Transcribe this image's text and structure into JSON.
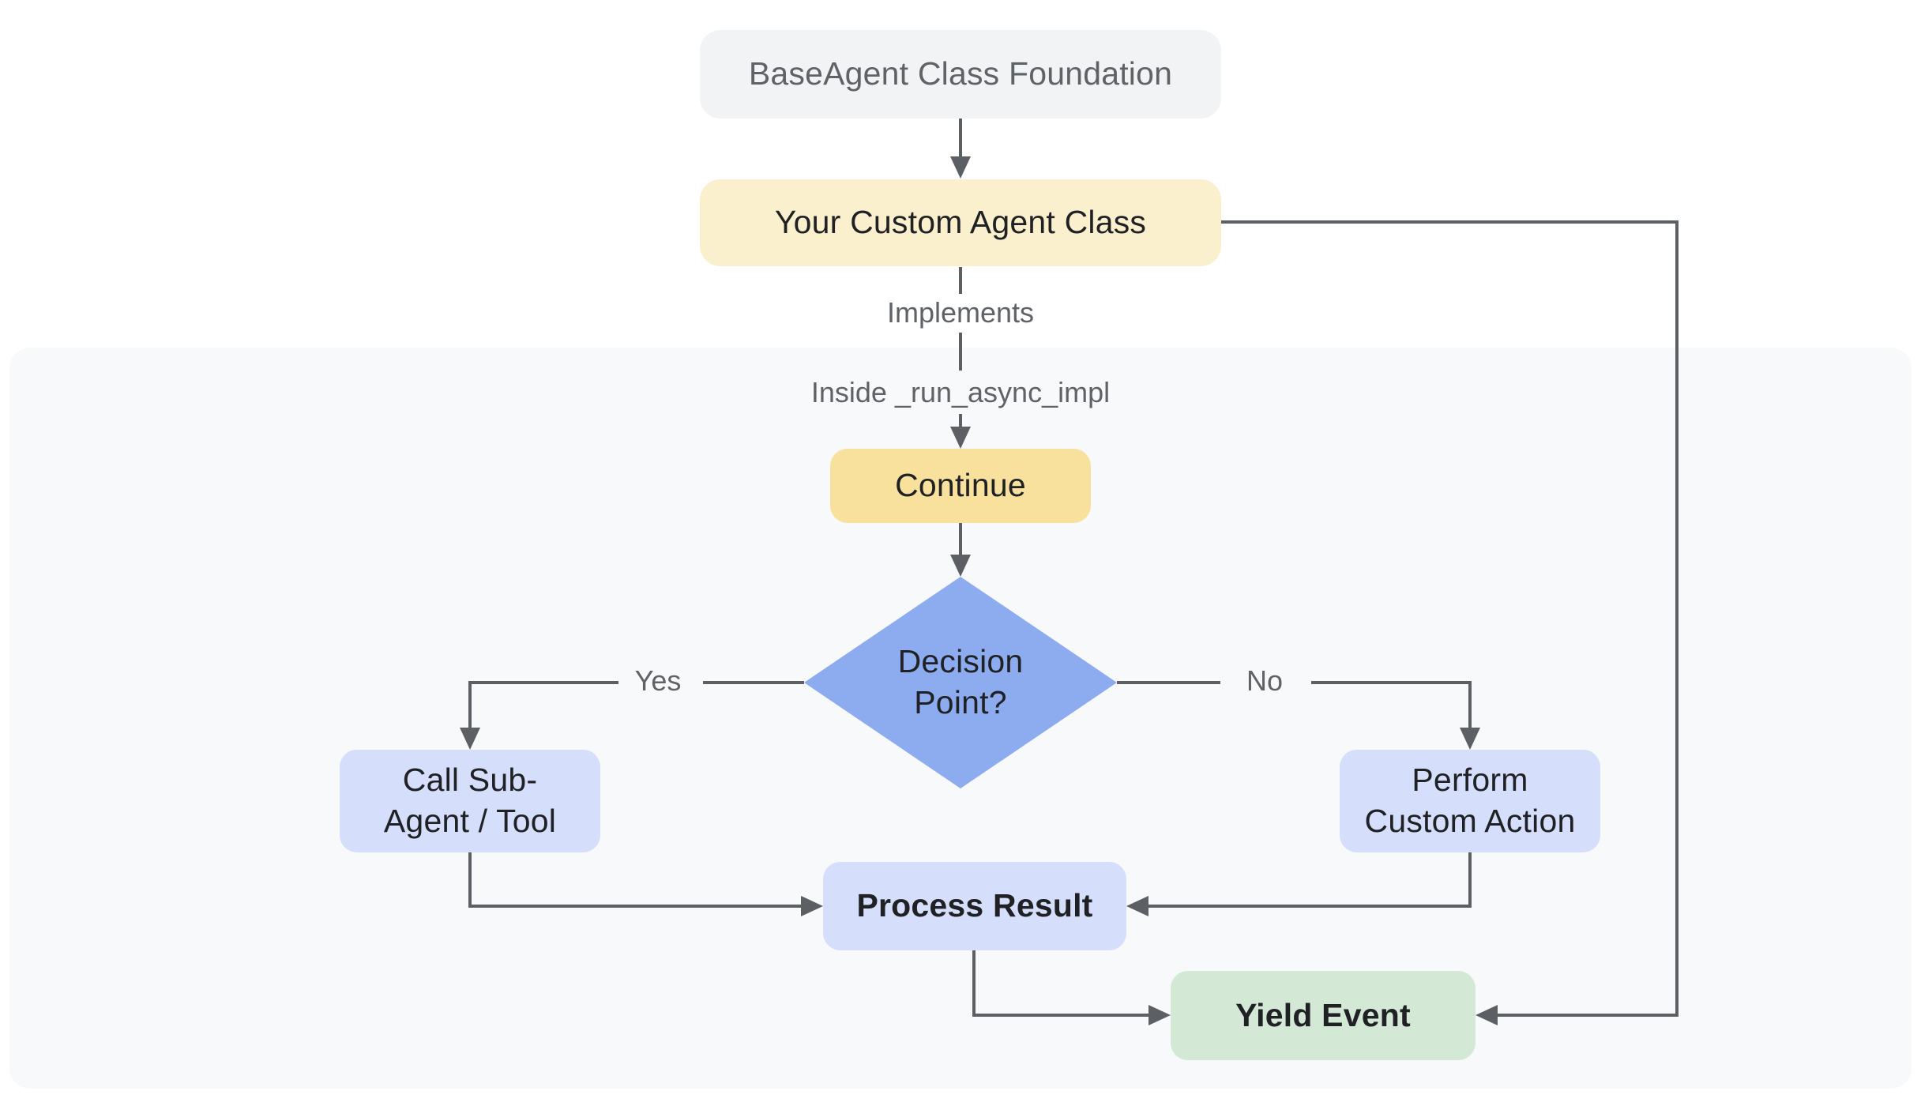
{
  "diagram": {
    "colors": {
      "page_background": "#ffffff",
      "scope_container": "#f8f9fa",
      "edge_line": "#5c5f63",
      "edge_label_text": "#5f6368",
      "node_text_dark": "#202124"
    },
    "nodes": {
      "base_agent": {
        "label": "BaseAgent Class Foundation",
        "bg": "#f1f3f4",
        "fg": "#5f6368"
      },
      "custom_agent": {
        "label": "Your Custom Agent Class",
        "bg": "#faf0cd",
        "fg": "#202124"
      },
      "continue_step": {
        "label": "Continue",
        "bg": "#f8e19d",
        "fg": "#202124"
      },
      "decision": {
        "line1": "Decision",
        "line2": "Point?",
        "bg": "#8dacef",
        "fg": "#202124"
      },
      "call_sub_agent": {
        "line1": "Call Sub-",
        "line2": "Agent / Tool",
        "bg": "#d5defa",
        "fg": "#202124"
      },
      "perform_custom_action": {
        "line1": "Perform",
        "line2": "Custom Action",
        "bg": "#d5defa",
        "fg": "#202124"
      },
      "process_result": {
        "label": "Process Result",
        "bg": "#d5defa",
        "fg": "#202124"
      },
      "yield_event": {
        "label": "Yield Event",
        "bg": "#d4e8d6",
        "fg": "#202124"
      }
    },
    "edge_labels": {
      "implements": "Implements",
      "inside_run_async_impl": "Inside _run_async_impl",
      "yes": "Yes",
      "no": "No"
    }
  }
}
